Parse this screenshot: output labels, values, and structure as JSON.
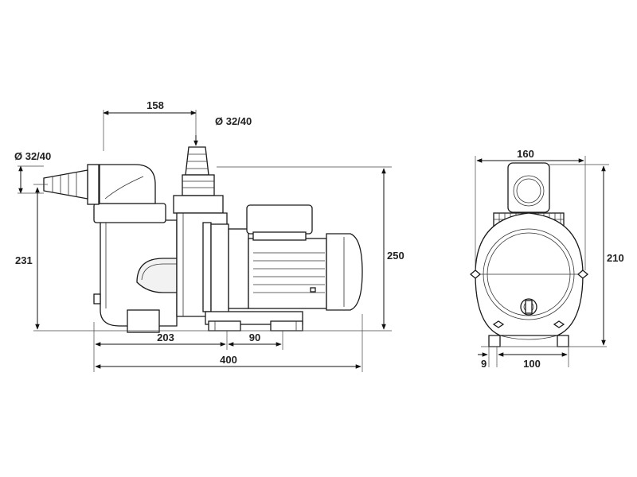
{
  "dimensions": {
    "inlet_side_diameter": "Ø 32/40",
    "outlet_top_diameter": "Ø 32/40",
    "inlet_to_outlet_distance": "158",
    "inlet_height": "231",
    "total_height": "250",
    "base_to_pump_front": "203",
    "foot_width": "90",
    "total_length": "400",
    "front_width": "160",
    "front_height": "210",
    "foot_offset": "9",
    "foot_span": "100"
  },
  "colors": {
    "line": "#1a1a1a",
    "background": "#ffffff"
  }
}
